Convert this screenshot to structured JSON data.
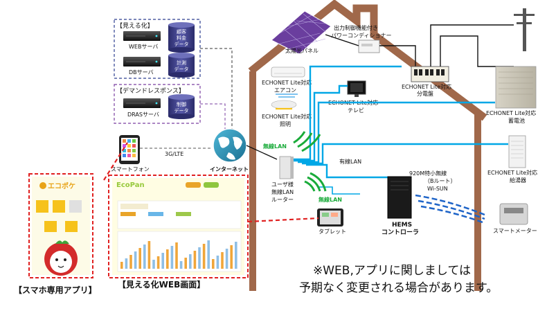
{
  "groups": {
    "visualization": {
      "title": "【見える化】",
      "web_server": "WEBサーバ",
      "db_server": "DBサーバ",
      "customer_db": [
        "顧客",
        "料金",
        "データ"
      ],
      "measurement_db": [
        "計測",
        "データ"
      ]
    },
    "demand_response": {
      "title": "【デマンドレスポンス】",
      "dras_server": "DRASサーバ",
      "control_db": [
        "制御",
        "データ"
      ]
    }
  },
  "network": {
    "smartphone": "スマートフォン",
    "link_3g": "3G/LTE",
    "internet": "インターネット"
  },
  "devices": {
    "power_conditioner": [
      "出力制御機能付き",
      "パワーコンディショナー"
    ],
    "solar_panel": "太陽光パネル",
    "aircon": [
      "ECHONET Lite対応",
      "エアコン"
    ],
    "lighting": [
      "ECHONET Lite対応",
      "照明"
    ],
    "tv": [
      "ECHONET Lite対応",
      "テレビ"
    ],
    "distribution_board": [
      "ECHONET Lite対応",
      "分電盤"
    ],
    "battery": [
      "ECHONET Lite対応",
      "蓄電池"
    ],
    "water_heater": [
      "ECHONET Lite対応",
      "給湯器"
    ],
    "router": [
      "ユーザ様",
      "無線LAN",
      "ルーター"
    ],
    "wireless_lan_1": "無線LAN",
    "wireless_lan_2": "無線LAN",
    "wired_lan": "有線LAN",
    "wisun": [
      "920M特小無線",
      "（Bルート）",
      "Wi-SUN"
    ],
    "hems": [
      "HEMS",
      "コントローラ"
    ],
    "tablet": "タブレット",
    "smart_meter": "スマートメーター"
  },
  "apps": {
    "smartphone_app": {
      "caption": "【スマホ専用アプリ】",
      "logo": "エコポケ"
    },
    "web_screen": {
      "caption": "【見える化WEB画面】",
      "logo": "EcoPan"
    }
  },
  "note": [
    "※WEB,アプリに関しましては",
    "予期なく変更される場合があります。"
  ],
  "colors": {
    "network_line": "#00a7e6",
    "house_wall": "#a0684a",
    "dashed_red": "#e02020",
    "visualization_border": "#2c3e8f",
    "demand_border": "#7a3fa0",
    "db_cylinder": "#3d3f86",
    "wifi_green": "#1aab3a"
  }
}
